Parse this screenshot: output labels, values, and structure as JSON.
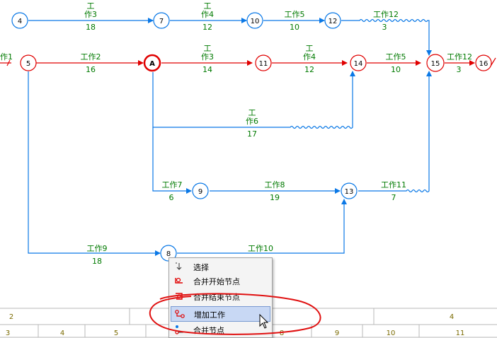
{
  "nodes": {
    "n4": "4",
    "n7": "7",
    "n10": "10",
    "n12": "12",
    "n5": "5",
    "nA": "A",
    "n11": "11",
    "n14": "14",
    "n15": "15",
    "n16": "16",
    "n9": "9",
    "n13": "13",
    "n8": "8"
  },
  "edges": {
    "e4_7": {
      "name_top": "工",
      "name_bottom": "作3",
      "duration": "18"
    },
    "e7_10": {
      "name_top": "工",
      "name_bottom": "作4",
      "duration": "12"
    },
    "e10_12": {
      "name": "工作5",
      "duration": "10"
    },
    "e12_15": {
      "name": "工作12",
      "duration": "3"
    },
    "e_in5": {
      "name": "作1"
    },
    "e5_A": {
      "name": "工作2",
      "duration": "16"
    },
    "eA_11": {
      "name_top": "工",
      "name_bottom": "作3",
      "duration": "14"
    },
    "e11_14": {
      "name_top": "工",
      "name_bottom": "作4",
      "duration": "12"
    },
    "e14_15": {
      "name": "工作5",
      "duration": "10"
    },
    "e15_16": {
      "name": "工作12",
      "duration": "3"
    },
    "eA_14": {
      "name_top": "工",
      "name_bottom": "作6",
      "duration": "17"
    },
    "eA_9": {
      "name": "工作7",
      "duration": "6"
    },
    "e9_13": {
      "name": "工作8",
      "duration": "19"
    },
    "e13_15": {
      "name": "工作11",
      "duration": "7"
    },
    "e5_8": {
      "name": "工作9",
      "duration": "18"
    },
    "e8_13": {
      "name": "工作10"
    }
  },
  "timeline": {
    "row1": [
      "2",
      "",
      "",
      "4"
    ],
    "row2": [
      "3",
      "4",
      "5",
      "8",
      "9",
      "10",
      "11"
    ]
  },
  "context_menu": {
    "items": [
      "选择",
      "合并开始节点",
      "合并结束节点",
      "增加工作",
      "合并节点"
    ],
    "highlighted": "增加工作"
  },
  "colors": {
    "critical": "#e00000",
    "normal": "#0a78e6",
    "label": "#007a00",
    "annotation": "#e00000"
  }
}
